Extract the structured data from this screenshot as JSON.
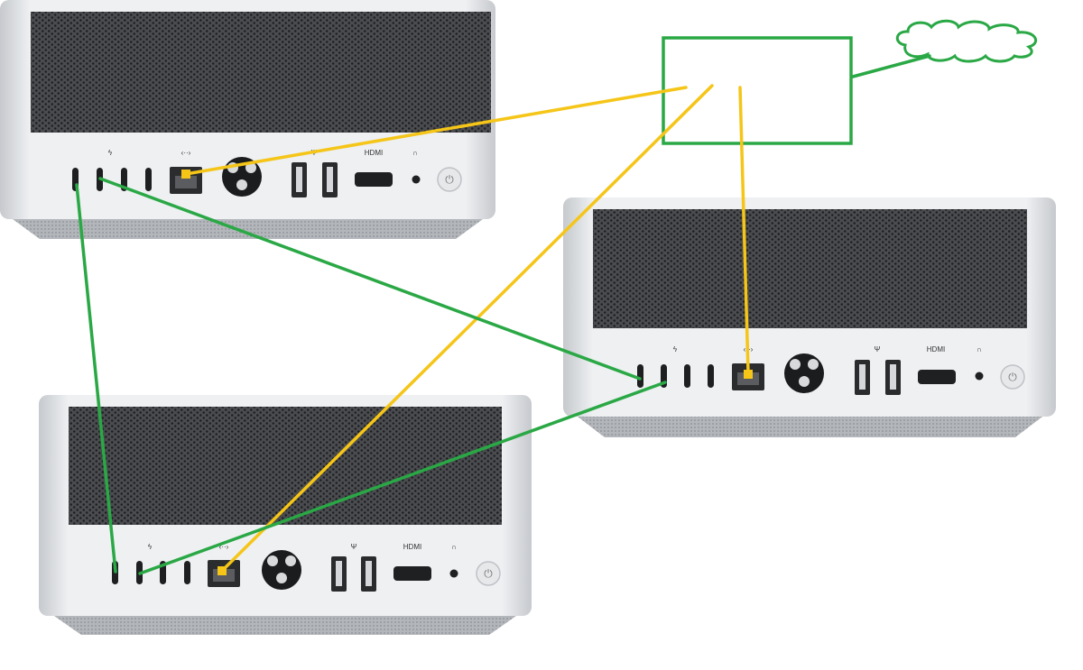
{
  "colors": {
    "cable_thunderbolt": "#2aa845",
    "cable_ethernet": "#f5c518",
    "chassis_light": "#eceef0",
    "chassis_dark": "#c9ccd0",
    "grille_bg": "#3b3d40",
    "grille_hole": "#2a2b2d",
    "base": "#b9bcc0"
  },
  "devices": [
    {
      "id": "mac-studio-top-left",
      "port_labels": {
        "thunderbolt": "ϟ",
        "ethernet": "‹··›",
        "usb": "Ψ",
        "hdmi": "HDMI",
        "headphone": "∩",
        "power": "⏻"
      }
    },
    {
      "id": "mac-studio-right",
      "port_labels": {
        "thunderbolt": "ϟ",
        "ethernet": "‹··›",
        "usb": "Ψ",
        "hdmi": "HDMI",
        "headphone": "∩",
        "power": "⏻"
      }
    },
    {
      "id": "mac-studio-bottom-left",
      "port_labels": {
        "thunderbolt": "ϟ",
        "ethernet": "‹··›",
        "usb": "Ψ",
        "hdmi": "HDMI",
        "headphone": "∩",
        "power": "⏻"
      }
    }
  ],
  "network": {
    "switch_icon": "rectangle-switch",
    "internet_icon": "cloud-icon"
  },
  "connections": [
    {
      "type": "thunderbolt",
      "from": "mac-studio-top-left.tb1",
      "to": "mac-studio-bottom-left.tb1"
    },
    {
      "type": "thunderbolt",
      "from": "mac-studio-top-left.tb2",
      "to": "mac-studio-right.tb1"
    },
    {
      "type": "thunderbolt",
      "from": "mac-studio-right.tb2",
      "to": "mac-studio-bottom-left.tb2"
    },
    {
      "type": "ethernet",
      "from": "mac-studio-top-left.ethernet",
      "to": "switch"
    },
    {
      "type": "ethernet",
      "from": "mac-studio-right.ethernet",
      "to": "switch"
    },
    {
      "type": "ethernet",
      "from": "mac-studio-bottom-left.ethernet",
      "to": "switch"
    },
    {
      "type": "uplink",
      "from": "switch",
      "to": "internet"
    }
  ]
}
